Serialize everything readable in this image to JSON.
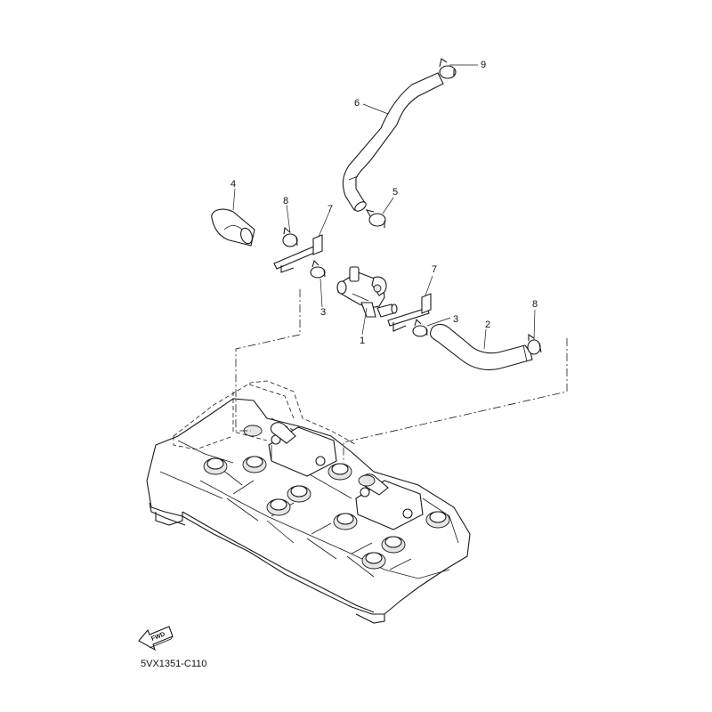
{
  "diagram": {
    "callouts": [
      {
        "id": "1",
        "label": "1"
      },
      {
        "id": "2",
        "label": "2"
      },
      {
        "id": "3a",
        "label": "3"
      },
      {
        "id": "3b",
        "label": "3"
      },
      {
        "id": "4",
        "label": "4"
      },
      {
        "id": "5",
        "label": "5"
      },
      {
        "id": "6",
        "label": "6"
      },
      {
        "id": "7a",
        "label": "7"
      },
      {
        "id": "7b",
        "label": "7"
      },
      {
        "id": "8a",
        "label": "8"
      },
      {
        "id": "8b",
        "label": "8"
      },
      {
        "id": "9",
        "label": "9"
      }
    ],
    "fwd_label": "FWD",
    "drawing_code": "5VX1351-C110"
  }
}
